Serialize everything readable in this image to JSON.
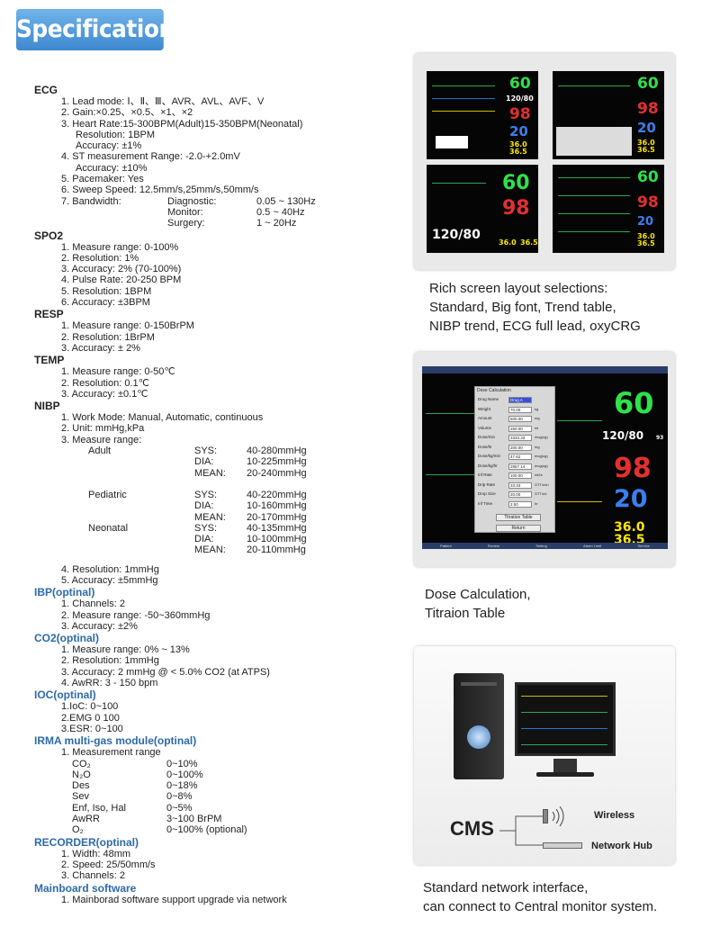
{
  "banner": "Specifications",
  "ecg": {
    "title": "ECG",
    "items": [
      "1. Lead mode: Ⅰ、Ⅱ、Ⅲ、AVR、AVL、AVF、V",
      "2. Gain:×0.25、×0.5、×1、×2",
      "3. Heart Rate:15-300BPM(Adult)15-350BPM(Neonatal)"
    ],
    "hr_sub": [
      "Resolution: 1BPM",
      "Accuracy: ±1%"
    ],
    "item4": "4. ST measurement Range: -2.0-+2.0mV",
    "item4_sub": "Accuracy: ±10%",
    "items2": [
      "5. Pacemaker: Yes",
      "6. Sweep Speed: 12.5mm/s,25mm/s,50mm/s"
    ],
    "bandwidth": [
      {
        "a": "7. Bandwidth:",
        "b": "Diagnostic:",
        "c": "0.05 ~ 130Hz"
      },
      {
        "a": "",
        "b": "Monitor:",
        "c": "0.5 ~ 40Hz"
      },
      {
        "a": "",
        "b": "Surgery:",
        "c": "1 ~ 20Hz"
      }
    ]
  },
  "spo2": {
    "title": "SPO2",
    "items": [
      "1. Measure range: 0-100%",
      "2. Resolution: 1%",
      "3. Accuracy: 2% (70-100%)",
      "4. Pulse Rate: 20-250 BPM",
      "5. Resolution: 1BPM",
      "6. Accuracy: ±3BPM"
    ]
  },
  "resp": {
    "title": "RESP",
    "items": [
      "1. Measure range: 0-150BrPM",
      "2. Resolution: 1BrPM",
      "3. Accuracy: ± 2%"
    ]
  },
  "temp": {
    "title": "TEMP",
    "items": [
      "1. Measure range: 0-50℃",
      "2. Resolution: 0.1℃",
      "3. Accuracy: ±0.1℃"
    ]
  },
  "nibp": {
    "title": "NIBP",
    "items": [
      "1. Work Mode: Manual, Automatic, continuous",
      "2. Unit: mmHg,kPa",
      "3. Measure range:"
    ],
    "ranges": [
      {
        "group": "Adult",
        "param": "SYS:",
        "value": "40-280mmHg"
      },
      {
        "group": "",
        "param": "DIA:",
        "value": "10-225mmHg"
      },
      {
        "group": "",
        "param": "MEAN:",
        "value": "20-240mmHg"
      },
      {
        "group": "Pediatric",
        "param": "SYS:",
        "value": "40-220mmHg"
      },
      {
        "group": "",
        "param": "DIA:",
        "value": "10-160mmHg"
      },
      {
        "group": "",
        "param": "MEAN:",
        "value": "20-170mmHg"
      },
      {
        "group": "Neonatal",
        "param": "SYS:",
        "value": "40-135mmHg"
      },
      {
        "group": "",
        "param": "DIA:",
        "value": "10-100mmHg"
      },
      {
        "group": "",
        "param": "MEAN:",
        "value": "20-110mmHg"
      }
    ],
    "items2": [
      "4. Resolution: 1mmHg",
      "5. Accuracy: ±5mmHg"
    ]
  },
  "ibp": {
    "title": "IBP(optinal)",
    "items": [
      "1. Channels: 2",
      "2. Measure range: -50~360mmHg",
      "3. Accuracy: ±2%"
    ]
  },
  "co2": {
    "title": "CO2(optinal)",
    "items": [
      "1. Measure range: 0% ~ 13%",
      "2. Resolution: 1mmHg",
      "3. Accuracy: 2 mmHg @ < 5.0% CO2 (at ATPS)",
      "4. AwRR: 3 - 150 bpm"
    ]
  },
  "ioc": {
    "title": "IOC(optinal)",
    "items": [
      "1.IoC: 0~100",
      "2.EMG  0  100",
      "3.ESR: 0~100"
    ]
  },
  "irma": {
    "title": "IRMA multi-gas module(optinal)",
    "item1": "1. Measurement range",
    "gases": [
      {
        "name": "CO₂",
        "range": "0~10%"
      },
      {
        "name": "N₂O",
        "range": "0~100%"
      },
      {
        "name": "Des",
        "range": "0~18%"
      },
      {
        "name": "Sev",
        "range": "0~8%"
      },
      {
        "name": "Enf, Iso, Hal",
        "range": "0~5%"
      },
      {
        "name": "AwRR",
        "range": "3~100 BrPM"
      },
      {
        "name": "O₂",
        "range": "0~100% (optional)"
      }
    ]
  },
  "recorder": {
    "title": "RECORDER(optinal)",
    "items": [
      "1. Width: 48mm",
      "2. Speed: 25/50mm/s",
      "3. Channels: 2"
    ]
  },
  "mainboard": {
    "title": "Mainboard software",
    "items": [
      "1. Mainborad software support upgrade via network"
    ]
  },
  "panel1": {
    "caption": [
      "Rich screen layout selections:",
      "Standard, Big font, Trend table,",
      "NIBP trend, ECG full lead, oxyCRG"
    ],
    "values": {
      "hr": "60",
      "nibp": "120/80",
      "spo2": "98",
      "resp": "20",
      "t1": "36.0",
      "t2": "36.5"
    }
  },
  "panel2": {
    "caption": [
      "Dose Calculation,",
      "Titraion Table"
    ],
    "values": {
      "hr": "60",
      "nibp": "120/80",
      "pr": "93",
      "spo2": "98",
      "resp": "20",
      "t1": "36.0",
      "t2": "36.5"
    },
    "menu": [
      "Patient",
      "Review",
      "Setting",
      "Alarm Limit",
      "Service"
    ],
    "dialog": {
      "title": "Dose Calculation",
      "rows": [
        {
          "label": "Drug Name",
          "value": "Drug A",
          "unit": ""
        },
        {
          "label": "Weight",
          "value": "70.00",
          "unit": "kg"
        },
        {
          "label": "Amount",
          "value": "500.00",
          "unit": "mg"
        },
        {
          "label": "Volume",
          "value": "250.00",
          "unit": "ml"
        },
        {
          "label": "Dose/min",
          "value": "3333.33",
          "unit": "mcg(ug)"
        },
        {
          "label": "Dose/hr",
          "value": "200.00",
          "unit": "mg"
        },
        {
          "label": "Dose/kg/min",
          "value": "47.62",
          "unit": "mcg(ug)"
        },
        {
          "label": "Dose/kg/hr",
          "value": "2857.14",
          "unit": "mcg(ug)"
        },
        {
          "label": "Inf Rate",
          "value": "100.00",
          "unit": "ml/hr"
        },
        {
          "label": "Drip Rate",
          "value": "33.33",
          "unit": "GTT/min"
        },
        {
          "label": "Drop Size",
          "value": "20.00",
          "unit": "GTT/ml"
        },
        {
          "label": "Inf Time",
          "value": "2.50",
          "unit": "hr"
        }
      ],
      "titration_button": "Titration Table",
      "return_button": "Return"
    }
  },
  "panel3": {
    "cms": "CMS",
    "wireless": "Wireless",
    "hub": "Network Hub",
    "caption": [
      "Standard network interface,",
      "can connect to Central monitor system."
    ]
  }
}
